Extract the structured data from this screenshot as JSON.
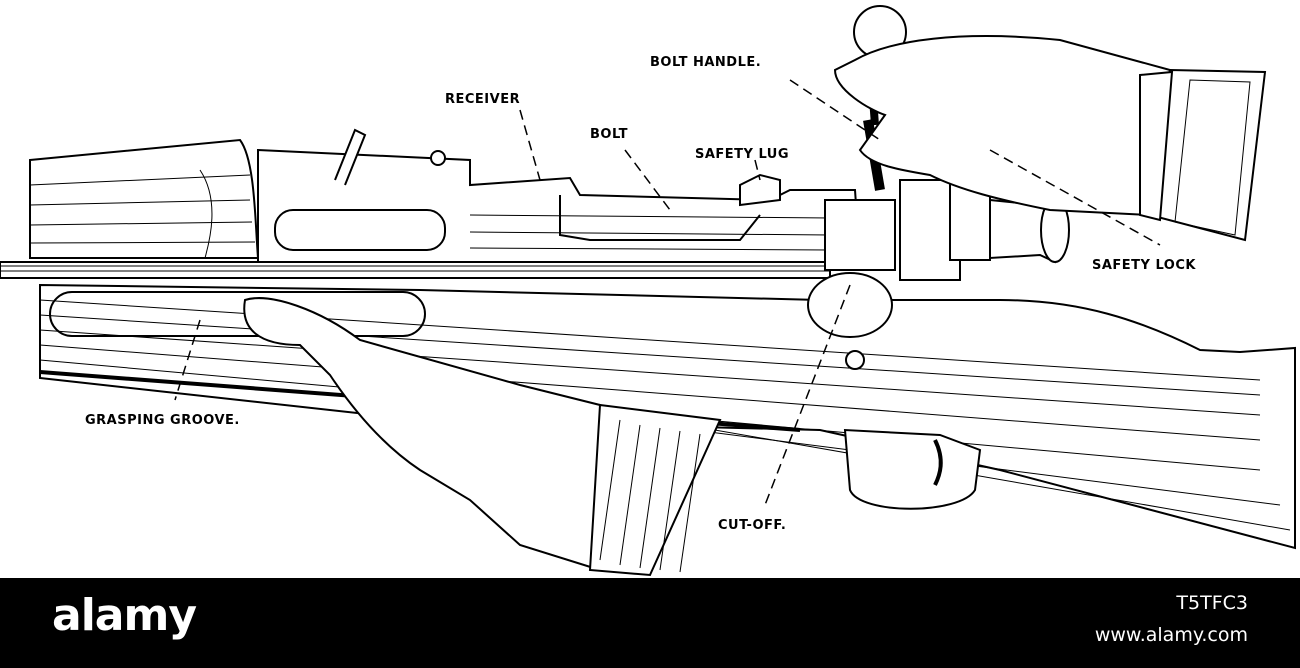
{
  "labels": {
    "bolt_handle": "BOLT HANDLE.",
    "receiver": "RECEIVER",
    "bolt": "BOLT",
    "safety_lug": "SAFETY LUG",
    "safety_lock": "SAFETY LOCK",
    "grasping_groove": "GRASPING GROOVE.",
    "cut_off": "CUT-OFF."
  },
  "footer": {
    "logo": "alamy",
    "image_id": "T5TFC3",
    "site": "www.alamy.com"
  },
  "colors": {
    "ink": "#000000",
    "paper": "#ffffff",
    "footer_bg": "#000000",
    "footer_text": "#ffffff"
  }
}
